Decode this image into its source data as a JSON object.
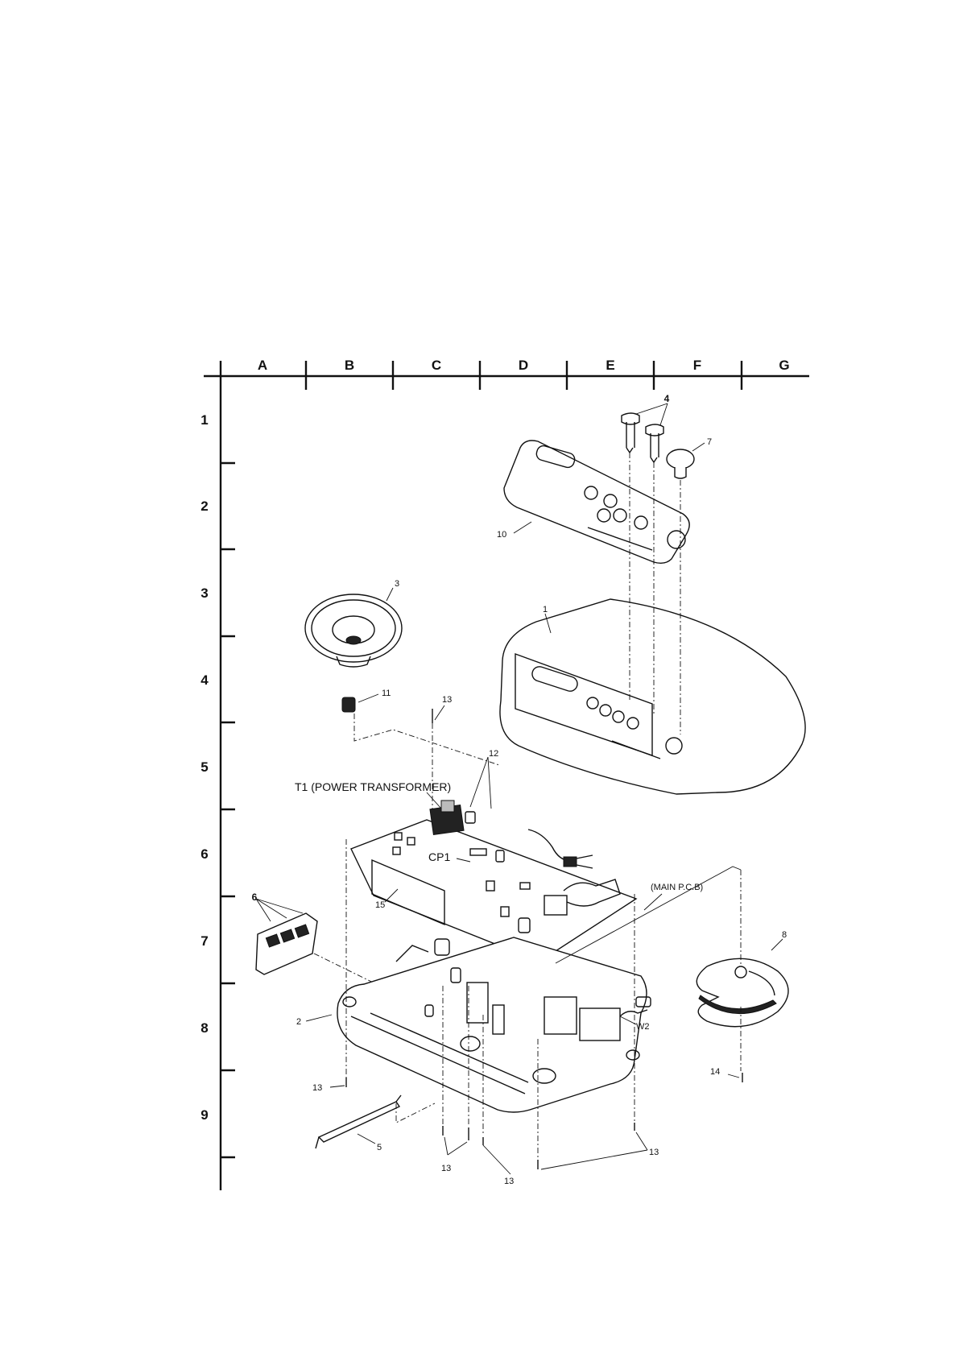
{
  "grid": {
    "columns": [
      "A",
      "B",
      "C",
      "D",
      "E",
      "F",
      "G"
    ],
    "rows": [
      "1",
      "2",
      "3",
      "4",
      "5",
      "6",
      "7",
      "8",
      "9"
    ]
  },
  "labels": {
    "power_transformer": "T1 (POWER TRANSFORMER)",
    "cp1": "CP1",
    "main_pcb": "(MAIN P.C.B)",
    "w2": "W2"
  },
  "callouts": {
    "p1": "1",
    "p2": "2",
    "p3": "3",
    "p4": "4",
    "p5": "5",
    "p6": "6",
    "p7": "7",
    "p8": "8",
    "p10": "10",
    "p11": "11",
    "p12": "12",
    "p13": "13",
    "p14": "14",
    "p15": "15"
  }
}
